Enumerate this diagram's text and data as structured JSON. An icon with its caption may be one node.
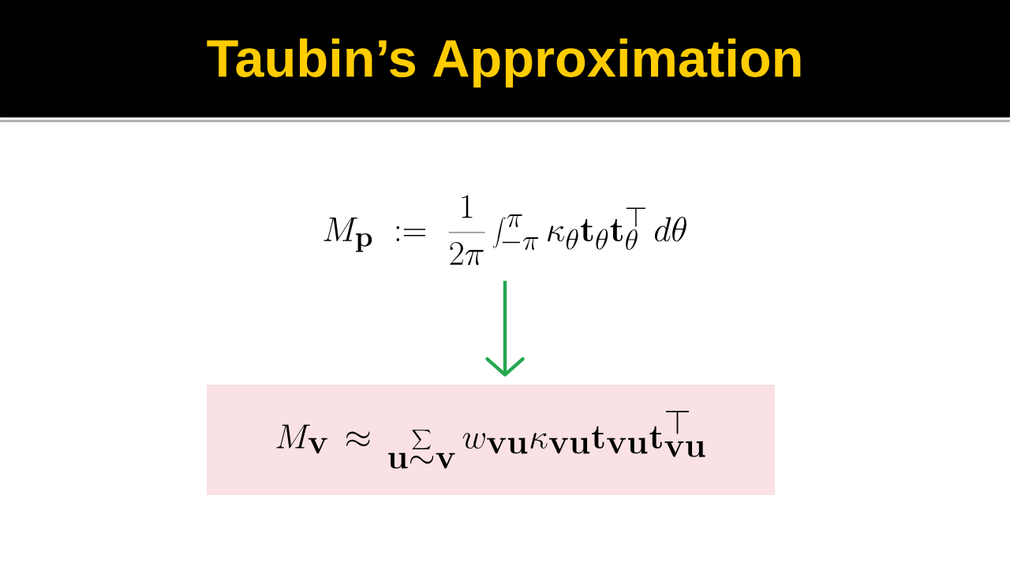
{
  "diagram": {
    "title": "Taubin’s Approximation",
    "nodes": [
      {
        "text": [
          "M_{\\mathbf{p}} := \\frac{1}{2\\pi}\\int_{-\\pi}^{\\pi} \\kappa_\\theta \\mathbf{t}_\\theta \\mathbf{t}_\\theta^\\top \\, d\\theta"
        ]
      },
      {
        "text": [
          "M_{\\mathbf{v}} \\approx \\sum_{\\mathbf{u}\\sim\\mathbf{v}} w_{\\mathbf{vu}} \\kappa_{\\mathbf{vu}} \\mathbf{t}_{\\mathbf{vu}} \\mathbf{t}_{\\mathbf{vu}}^\\top"
        ]
      }
    ],
    "edges": [
      {
        "from": 0,
        "to": 1,
        "arrow": "to",
        "color": "#22a84e"
      }
    ]
  }
}
